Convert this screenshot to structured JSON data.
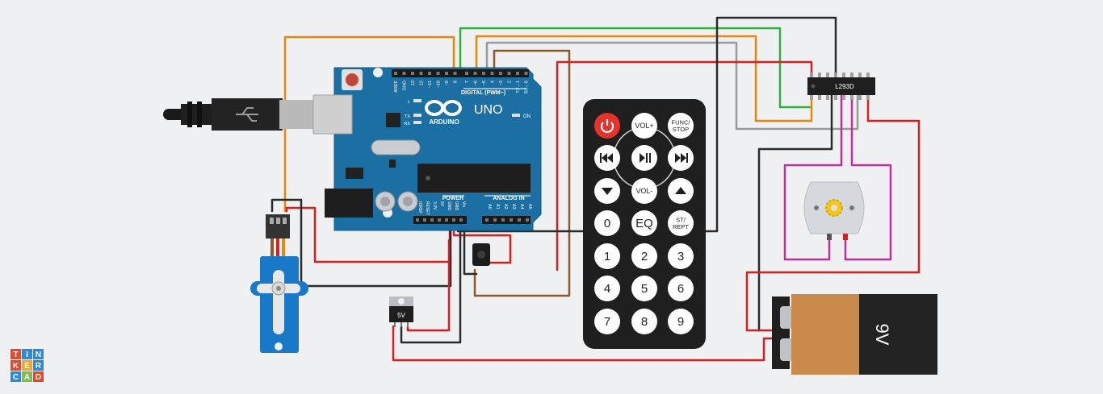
{
  "brand": {
    "letters": [
      "T",
      "I",
      "N",
      "K",
      "E",
      "R",
      "C",
      "A",
      "D"
    ],
    "colors": [
      "#e8472b",
      "#2d8bd6",
      "#2d8bd6",
      "#e8472b",
      "#f5a623",
      "#2d8bd6",
      "#2d8bd6",
      "#7cc04b",
      "#e8472b"
    ]
  },
  "arduino": {
    "model": "UNO",
    "brand": "ARDUINO",
    "digital_label": "DIGITAL (PWM~)",
    "power_label": "POWER",
    "analog_label": "ANALOG IN",
    "on_label": "ON",
    "led_labels": [
      "L",
      "TX",
      "RX"
    ],
    "top_pins": [
      "AREF",
      "GND",
      "13",
      "12",
      "~11",
      "~10",
      "~9",
      "8",
      "7",
      "~6",
      "~5",
      "4",
      "~3",
      "2",
      "TX→1",
      "RX←0"
    ],
    "power_pins": [
      "IOREF",
      "RESET",
      "3.3V",
      "5V",
      "GND",
      "GND",
      "Vin"
    ],
    "analog_pins": [
      "A0",
      "A1",
      "A2",
      "A3",
      "A4",
      "A5"
    ]
  },
  "driver": {
    "label": "L293D"
  },
  "regulator": {
    "label": "5V"
  },
  "battery": {
    "label": "9V"
  },
  "remote": {
    "rows": [
      [
        "power-icon",
        "VOL+",
        "FUNC/\nSTOP"
      ],
      [
        "prev-icon",
        "play-pause-icon",
        "next-icon"
      ],
      [
        "down-icon",
        "VOL-",
        "up-icon"
      ],
      [
        "0",
        "EQ",
        "ST/\nREPT"
      ],
      [
        "1",
        "2",
        "3"
      ],
      [
        "4",
        "5",
        "6"
      ],
      [
        "7",
        "8",
        "9"
      ]
    ]
  },
  "colors": {
    "orange": "#e8850c",
    "green": "#2fae3e",
    "gray": "#9a9a9a",
    "red": "#d42020",
    "brown": "#8b5a2b",
    "black": "#2b2b2b",
    "magenta": "#c0309a",
    "arduino_blue": "#1c6fa3"
  }
}
